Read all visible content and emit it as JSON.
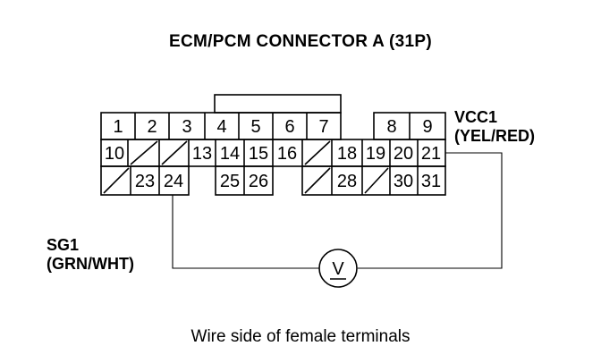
{
  "title": "ECM/PCM CONNECTOR A (31P)",
  "vcc_label": "VCC1",
  "vcc_color": "(YEL/RED)",
  "sg_label": "SG1",
  "sg_color": "(GRN/WHT)",
  "caption": "Wire side of female terminals",
  "meter_symbol": "V",
  "terminals": {
    "t1": "1",
    "t2": "2",
    "t3": "3",
    "t4": "4",
    "t5": "5",
    "t6": "6",
    "t7": "7",
    "t8": "8",
    "t9": "9",
    "t10": "10",
    "t13": "13",
    "t14": "14",
    "t15": "15",
    "t16": "16",
    "t18": "18",
    "t19": "19",
    "t20": "20",
    "t21": "21",
    "t23": "23",
    "t24": "24",
    "t25": "25",
    "t26": "26",
    "t28": "28",
    "t30": "30",
    "t31": "31"
  }
}
